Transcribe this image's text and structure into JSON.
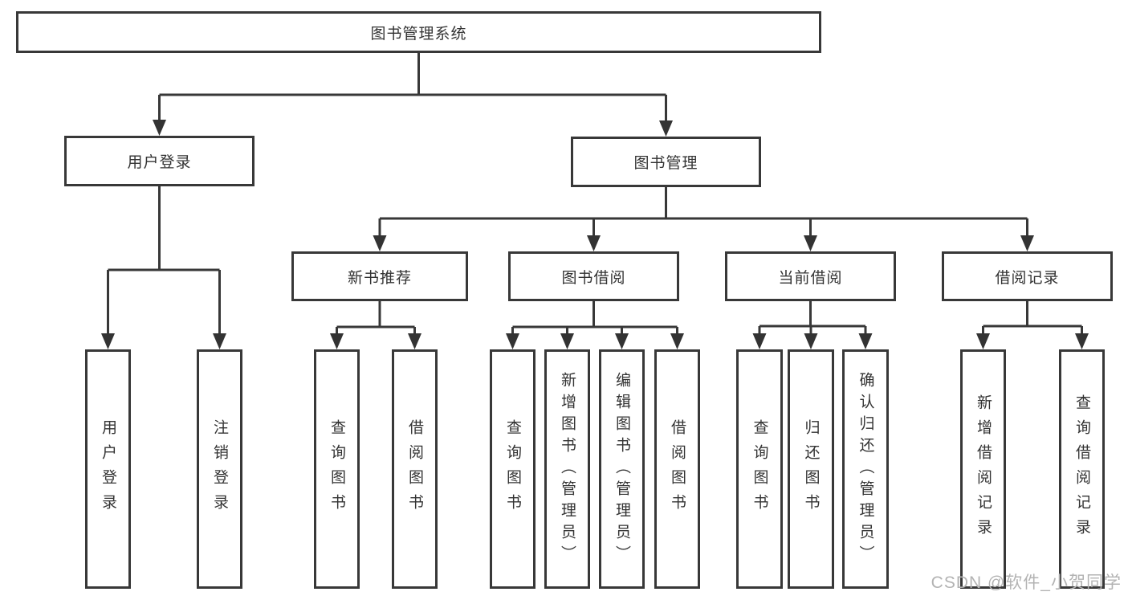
{
  "nodes": {
    "root": "图书管理系统",
    "user_login": "用户登录",
    "book_management": "图书管理",
    "new_book_recommend": "新书推荐",
    "book_borrow": "图书借阅",
    "current_borrow": "当前借阅",
    "borrow_records": "借阅记录",
    "login_children": [
      "用户登录",
      "注销登录"
    ],
    "recommend_children": [
      "查询图书",
      "借阅图书"
    ],
    "borrow_children": [
      "查询图书",
      "新增图书（管理员）",
      "编辑图书（管理员）",
      "借阅图书"
    ],
    "current_children": [
      "查询图书",
      "归还图书",
      "确认归还（管理员）"
    ],
    "records_children": [
      "新增借阅记录",
      "查询借阅记录"
    ]
  },
  "watermark": "CSDN @软件_小贺同学",
  "colors": {
    "line": "#383838",
    "text": "#333333",
    "box_background": "#ffffff",
    "watermark": "#b3b3b3",
    "background": "#ffffff"
  }
}
